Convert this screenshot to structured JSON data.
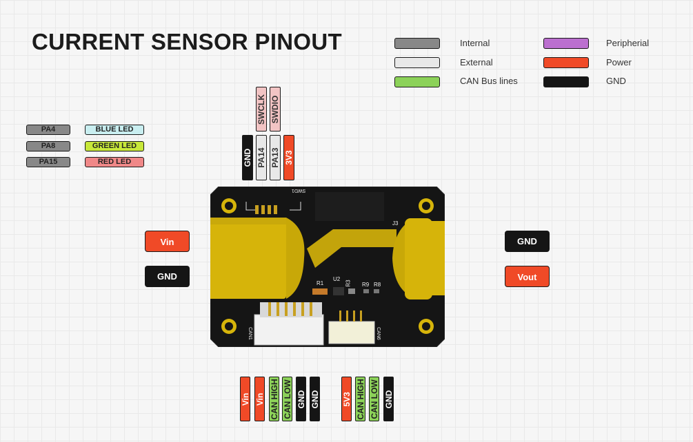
{
  "title": "CURRENT SENSOR PINOUT",
  "colors": {
    "internal": "#888888",
    "external": "#e8e8e8",
    "can": "#8cd259",
    "peripheral": "#bb6fcf",
    "power": "#f04a27",
    "gnd": "#151515",
    "swd": "#f2c4c4",
    "blue_led": "#c9eef0",
    "green_led": "#c8e83a",
    "red_led": "#f08888",
    "pcb": "#151515",
    "connector": "#d6b40a"
  },
  "legend": [
    {
      "label": "Internal",
      "color": "internal"
    },
    {
      "label": "External",
      "color": "external"
    },
    {
      "label": "CAN Bus lines",
      "color": "can"
    },
    {
      "label": "Peripherial",
      "color": "peripheral"
    },
    {
      "label": "Power",
      "color": "power"
    },
    {
      "label": "GND",
      "color": "gnd"
    }
  ],
  "leds": [
    {
      "pin": "PA4",
      "label": "BLUE LED"
    },
    {
      "pin": "PA8",
      "label": "GREEN LED"
    },
    {
      "pin": "PA15",
      "label": "RED LED"
    }
  ],
  "swd_top": [
    "SWCLK",
    "SWDIO"
  ],
  "swd_pins": [
    "GND",
    "PA14",
    "PA13",
    "3V3"
  ],
  "side_left": [
    "Vin",
    "GND"
  ],
  "side_right": [
    "GND",
    "Vout"
  ],
  "can1_pins": [
    "Vin",
    "Vin",
    "CAN HIGH",
    "CAN LOW",
    "GND",
    "GND"
  ],
  "can6_pins": [
    "5V3",
    "CAN HIGH",
    "CAN LOW",
    "GND"
  ],
  "board": {
    "silk_swd": "SWD1",
    "silk_j3": "J3",
    "silk_r1": "R1",
    "silk_u2": "U2",
    "silk_r3": "R3",
    "silk_r9": "R9",
    "silk_r8": "R8",
    "silk_can1": "CAN1",
    "silk_can6": "CAN6"
  }
}
